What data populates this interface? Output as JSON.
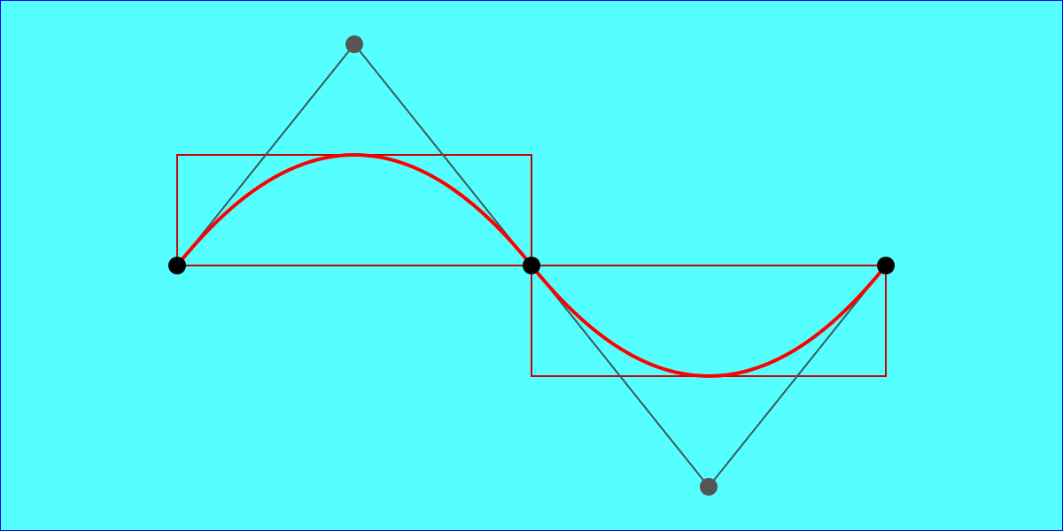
{
  "diagram": {
    "colors": {
      "background": "#55ffff",
      "border": "#0000ff",
      "curve": "#ff0000",
      "bounding_box": "#cc0000",
      "control_polygon": "#3a5a5a",
      "anchor_point": "#000000",
      "control_point": "#555555"
    },
    "segments": [
      {
        "name": "segment-1-quadratic",
        "anchor_start": "p0",
        "control": "c1",
        "anchor_end": "p1"
      },
      {
        "name": "segment-2-quadratic",
        "anchor_start": "p1",
        "control": "c2",
        "anchor_end": "p2"
      }
    ],
    "show_bounding_boxes": true,
    "show_control_polygon": true
  }
}
